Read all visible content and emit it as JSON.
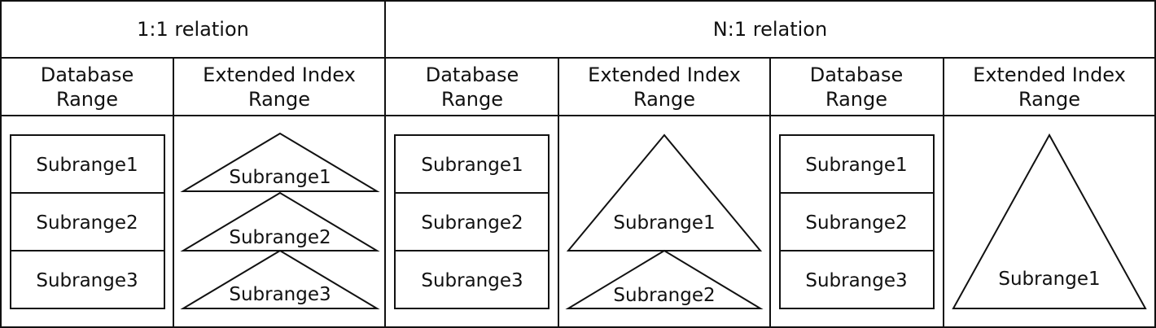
{
  "headers": {
    "one_to_one": "1:1 relation",
    "n_to_one": "N:1 relation"
  },
  "subheaders": [
    [
      "Database",
      "Range"
    ],
    [
      "Extended Index",
      "Range"
    ],
    [
      "Database",
      "Range"
    ],
    [
      "Extended Index",
      "Range"
    ],
    [
      "Database",
      "Range"
    ],
    [
      "Extended Index",
      "Range"
    ]
  ],
  "col1_boxes": [
    "Subrange1",
    "Subrange2",
    "Subrange3"
  ],
  "col2_triangles": [
    "Subrange1",
    "Subrange2",
    "Subrange3"
  ],
  "col3_boxes": [
    "Subrange1",
    "Subrange2",
    "Subrange3"
  ],
  "col4_triangles": [
    "Subrange1",
    "Subrange2"
  ],
  "col5_boxes": [
    "Subrange1",
    "Subrange2",
    "Subrange3"
  ],
  "col6_triangles": [
    "Subrange1"
  ]
}
